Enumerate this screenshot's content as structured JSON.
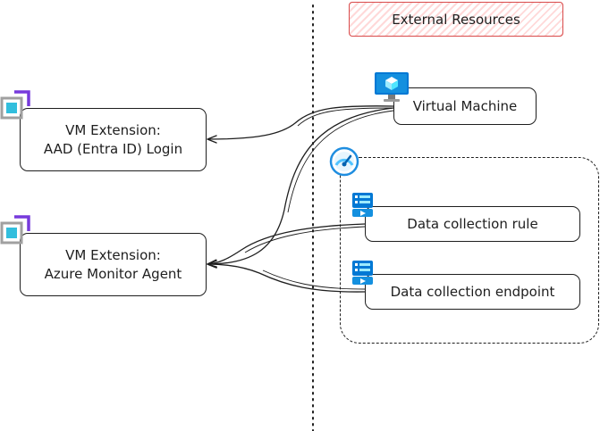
{
  "external_resources": {
    "label": "External Resources"
  },
  "nodes": {
    "vm_ext_aad": {
      "line1": "VM Extension:",
      "line2": "AAD (Entra ID) Login"
    },
    "vm_ext_ama": {
      "line1": "VM Extension:",
      "line2": "Azure Monitor Agent"
    },
    "virtual_machine": {
      "label": "Virtual Machine"
    },
    "data_collection_rule": {
      "label": "Data collection rule"
    },
    "data_collection_endpoint": {
      "label": "Data collection endpoint"
    }
  },
  "icons": {
    "vm_ext_aad": "vm-extension-icon",
    "vm_ext_ama": "vm-extension-icon",
    "virtual_machine": "azure-vm-icon",
    "monitor_group": "azure-monitor-gauge-icon",
    "data_collection_rule": "data-collection-rule-icon",
    "data_collection_endpoint": "data-collection-endpoint-icon"
  },
  "colors": {
    "stroke": "#1e1e1e",
    "banner_border": "#d94a4a",
    "banner_fill": "#ffd9d9",
    "azure_blue": "#0078d4",
    "azure_light_blue": "#50e6ff",
    "extension_purple": "#773adc"
  }
}
